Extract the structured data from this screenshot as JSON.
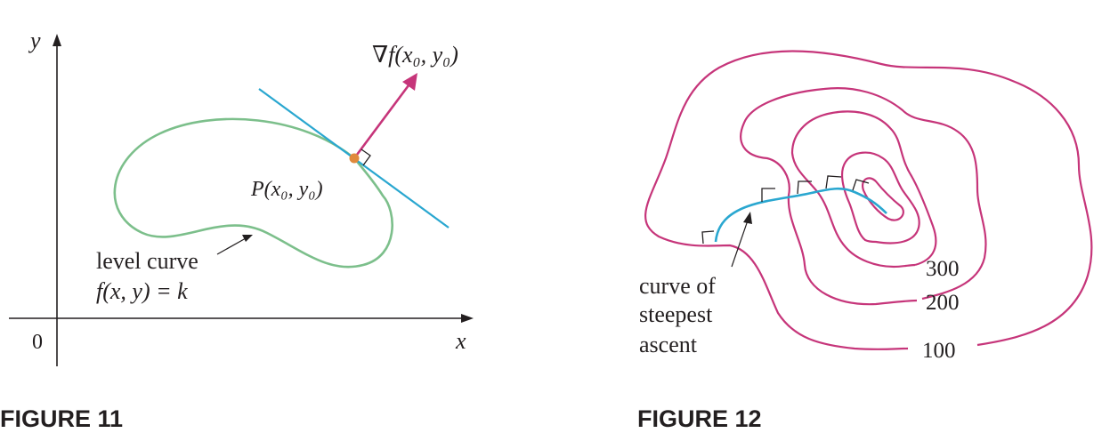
{
  "figure11": {
    "caption": "FIGURE 11",
    "axis_y": "y",
    "axis_x": "x",
    "origin": "0",
    "gradient_label": "∇f(x₀, y₀)",
    "point_label": "P(x₀, y₀)",
    "level_curve_line1": "level curve",
    "level_curve_line2": "f(x, y) = k",
    "colors": {
      "curve": "#7cbf8b",
      "tangent": "#2aa7d0",
      "gradient": "#c6357a",
      "point": "#e08a3c"
    }
  },
  "figure12": {
    "caption": "FIGURE 12",
    "contour_labels": [
      "300",
      "200",
      "100"
    ],
    "steepest_line1": "curve of",
    "steepest_line2": "steepest",
    "steepest_line3": "ascent",
    "colors": {
      "contour": "#c6357a",
      "steepest": "#2aa7d0"
    }
  }
}
